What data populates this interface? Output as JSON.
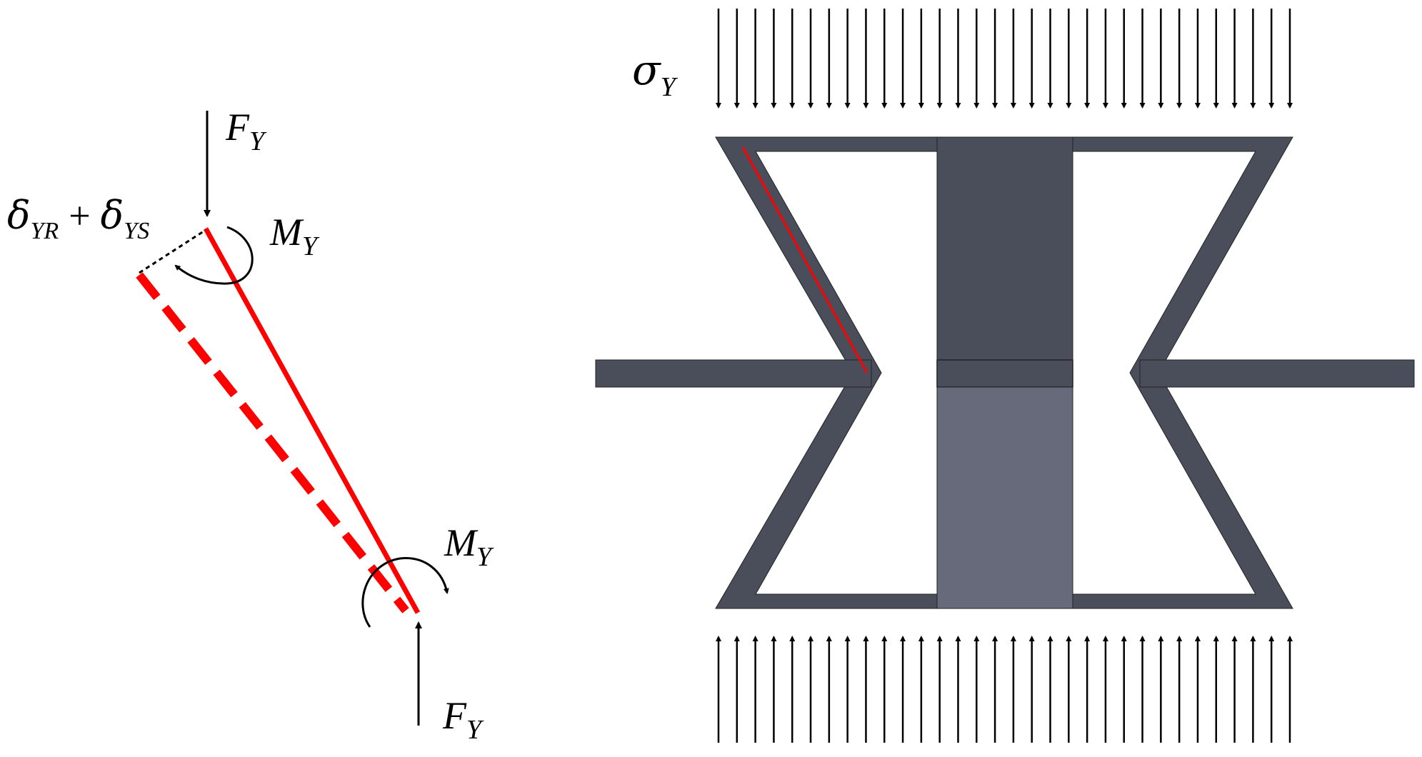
{
  "left_panel": {
    "top_force": {
      "symbol": "F",
      "subscript": "Y"
    },
    "bottom_force": {
      "symbol": "F",
      "subscript": "Y"
    },
    "top_moment": {
      "symbol": "M",
      "subscript": "Y"
    },
    "bottom_moment": {
      "symbol": "M",
      "subscript": "Y"
    },
    "deflection": {
      "term1_symbol": "δ",
      "term1_subscript": "YR",
      "operator": "+",
      "term2_symbol": "δ",
      "term2_subscript": "YS"
    }
  },
  "right_panel": {
    "stress": {
      "symbol": "σ",
      "subscript": "Y"
    },
    "colors": {
      "frame": "#4a4e5a",
      "core_dark": "#4a4e5a",
      "core_light": "#666a7a",
      "highlight": "#ff0000"
    }
  }
}
